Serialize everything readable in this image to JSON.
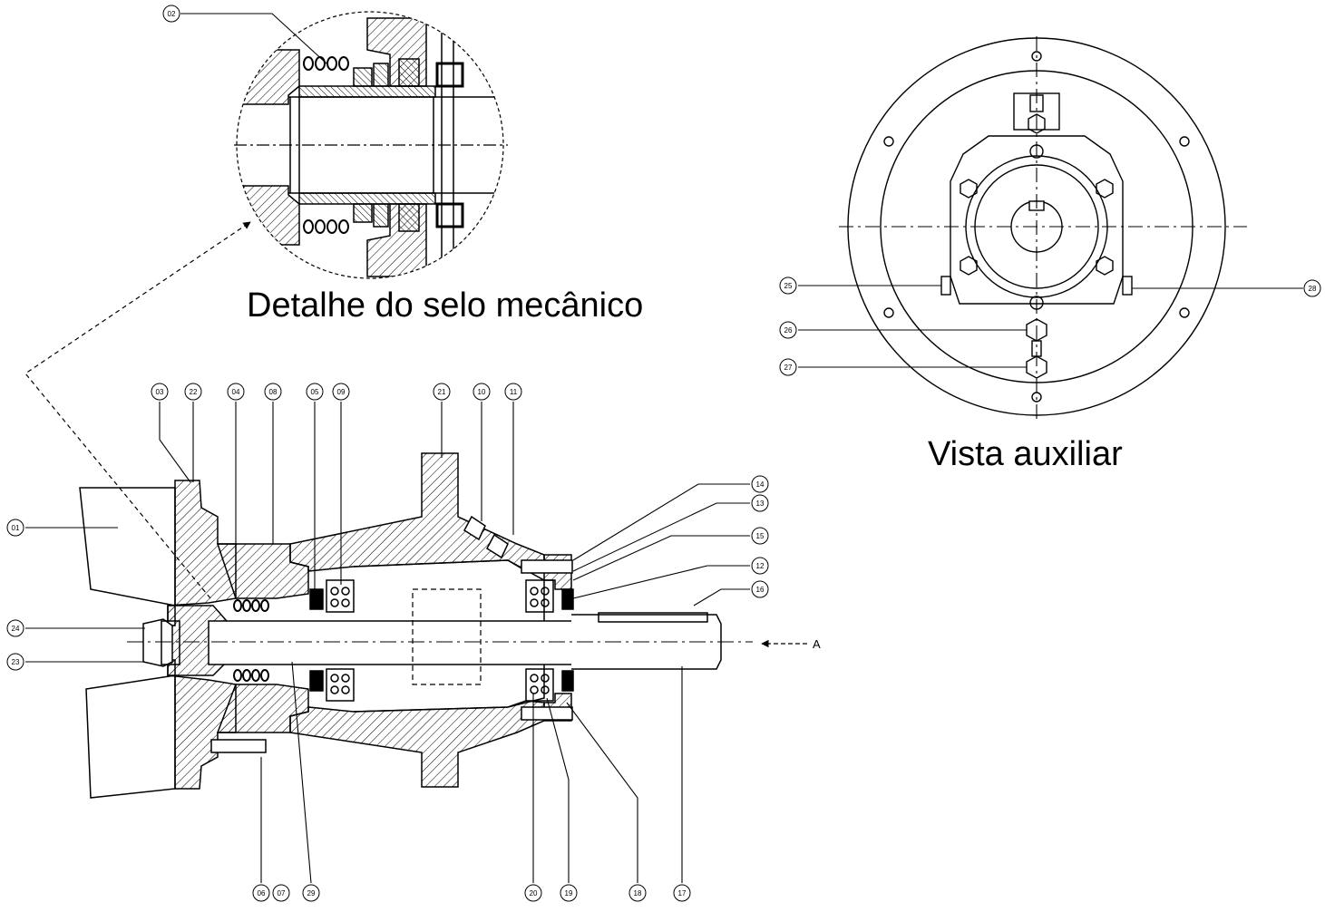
{
  "captions": {
    "detail": "Detalhe do selo mecânico",
    "auxiliary": "Vista auxiliar"
  },
  "view_arrow_label": "A",
  "balloons": {
    "b01": "01",
    "b02": "02",
    "b03": "03",
    "b04": "04",
    "b05": "05",
    "b06": "06",
    "b07": "07",
    "b08": "08",
    "b09": "09",
    "b10": "10",
    "b11": "11",
    "b12": "12",
    "b13": "13",
    "b14": "14",
    "b15": "15",
    "b16": "16",
    "b17": "17",
    "b18": "18",
    "b19": "19",
    "b20": "20",
    "b21": "21",
    "b22": "22",
    "b23": "23",
    "b24": "24",
    "b25": "25",
    "b26": "26",
    "b27": "27",
    "b28": "28",
    "b29": "29"
  }
}
